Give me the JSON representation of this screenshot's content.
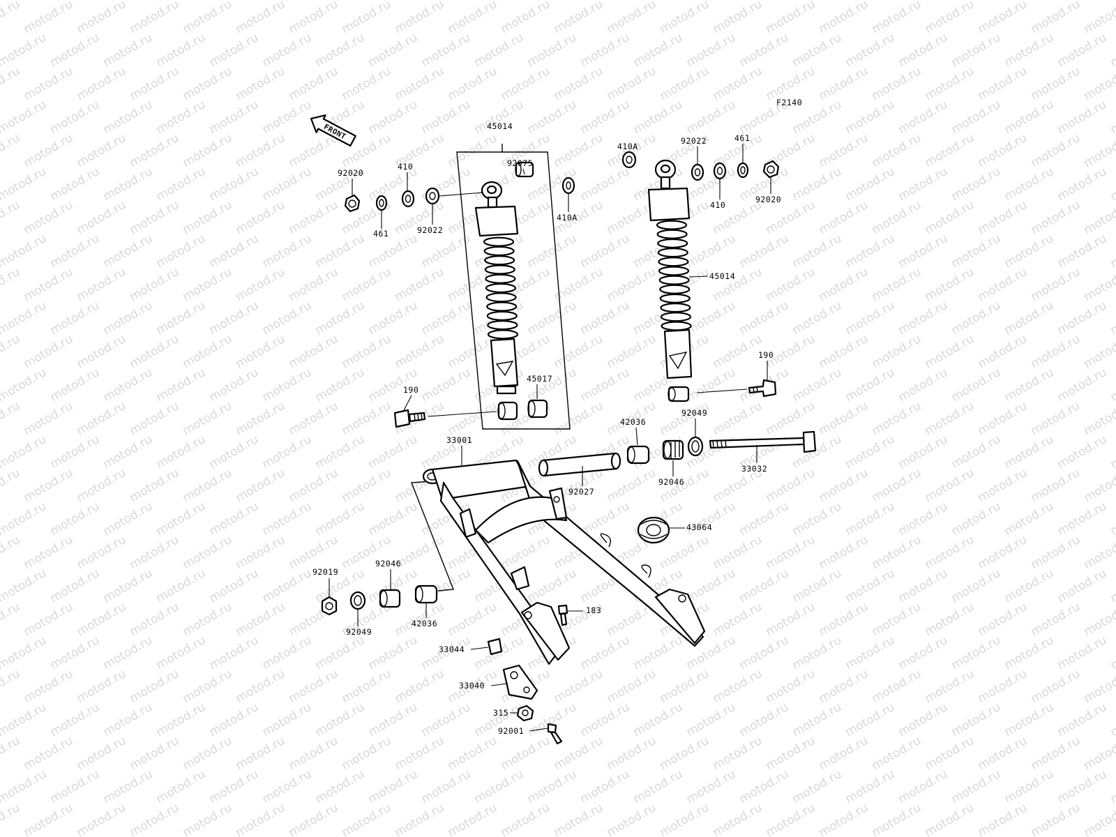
{
  "figure_code": "F2140",
  "front_label": "FRONT",
  "watermark_text": "motod.ru",
  "colors": {
    "line": "#000000",
    "background": "#ffffff",
    "watermark": "#d8d8d8"
  },
  "parts": {
    "shock_absorber": "45014",
    "shock_absorber_right": "45014",
    "collar_45017": "45017",
    "collar_92075": "92075",
    "washer_410A_left": "410A",
    "washer_410A_right": "410A",
    "washer_410_left": "410",
    "washer_410_right": "410",
    "washer_461_left": "461",
    "washer_461_right": "461",
    "washer_92022_left": "92022",
    "washer_92022_right": "92022",
    "nut_92020_left": "92020",
    "nut_92020_right": "92020",
    "bolt_190_left": "190",
    "bolt_190_right": "190",
    "swing_arm": "33001",
    "axle_33032": "33032",
    "sleeve_92027": "92027",
    "collar_42036_upper": "42036",
    "collar_42036_lower": "42036",
    "bearing_92046_upper": "92046",
    "bearing_92046_lower": "92046",
    "seal_92049_upper": "92049",
    "seal_92049_lower": "92049",
    "nut_92019": "92019",
    "bumper_43064": "43064",
    "bolt_183": "183",
    "block_33044": "33044",
    "chain_adjuster_33040": "33040",
    "nut_315": "315",
    "bolt_92001": "92001"
  }
}
